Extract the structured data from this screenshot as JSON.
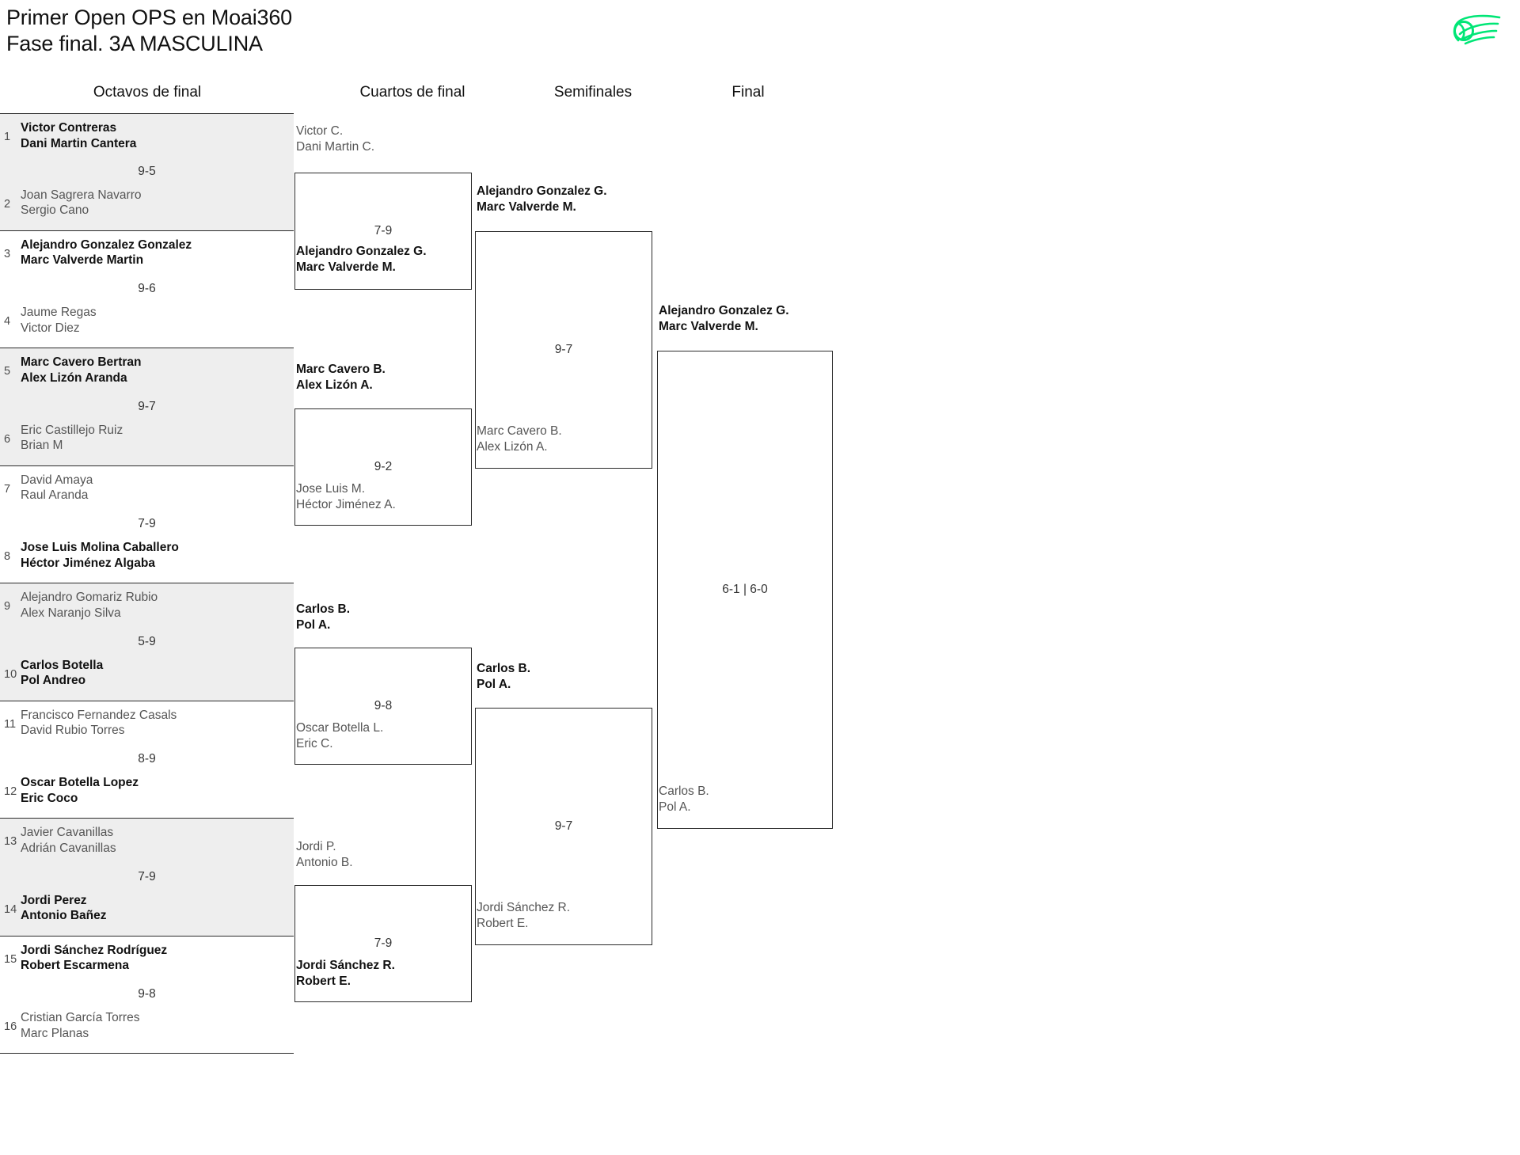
{
  "header": {
    "title_line1": "Primer Open OPS en Moai360",
    "title_line2": "Fase final. 3A MASCULINA",
    "logo_name": "padel-ball-logo",
    "logo_color": "#00e676"
  },
  "rounds": [
    {
      "key": "r16",
      "label": "Octavos de final"
    },
    {
      "key": "qf",
      "label": "Cuartos de final"
    },
    {
      "key": "sf",
      "label": "Semifinales"
    },
    {
      "key": "f",
      "label": "Final"
    }
  ],
  "round_of_16": [
    {
      "score": "9-5",
      "top": {
        "seed": "1",
        "p1": "Victor Contreras",
        "p2": "Dani Martin Cantera",
        "winner": true
      },
      "bottom": {
        "seed": "2",
        "p1": "Joan Sagrera Navarro",
        "p2": "Sergio Cano",
        "winner": false
      }
    },
    {
      "score": "9-6",
      "top": {
        "seed": "3",
        "p1": "Alejandro Gonzalez Gonzalez",
        "p2": "Marc Valverde Martin",
        "winner": true
      },
      "bottom": {
        "seed": "4",
        "p1": "Jaume Regas",
        "p2": "Victor Diez",
        "winner": false
      }
    },
    {
      "score": "9-7",
      "top": {
        "seed": "5",
        "p1": "Marc Cavero Bertran",
        "p2": "Alex Lizón Aranda",
        "winner": true
      },
      "bottom": {
        "seed": "6",
        "p1": "Eric Castillejo Ruiz",
        "p2": "Brian M",
        "winner": false
      }
    },
    {
      "score": "7-9",
      "top": {
        "seed": "7",
        "p1": "David Amaya",
        "p2": "Raul Aranda",
        "winner": false
      },
      "bottom": {
        "seed": "8",
        "p1": "Jose Luis Molina Caballero",
        "p2": "Héctor Jiménez Algaba",
        "winner": true
      }
    },
    {
      "score": "5-9",
      "top": {
        "seed": "9",
        "p1": "Alejandro Gomariz Rubio",
        "p2": "Alex Naranjo Silva",
        "winner": false
      },
      "bottom": {
        "seed": "10",
        "p1": "Carlos Botella",
        "p2": "Pol Andreo",
        "winner": true
      }
    },
    {
      "score": "8-9",
      "top": {
        "seed": "11",
        "p1": "Francisco Fernandez Casals",
        "p2": "David Rubio Torres",
        "winner": false
      },
      "bottom": {
        "seed": "12",
        "p1": "Oscar Botella Lopez",
        "p2": "Eric Coco",
        "winner": true
      }
    },
    {
      "score": "7-9",
      "top": {
        "seed": "13",
        "p1": "Javier Cavanillas",
        "p2": "Adrián Cavanillas",
        "winner": false
      },
      "bottom": {
        "seed": "14",
        "p1": "Jordi Perez",
        "p2": "Antonio Bañez",
        "winner": true
      }
    },
    {
      "score": "9-8",
      "top": {
        "seed": "15",
        "p1": "Jordi Sánchez Rodríguez",
        "p2": "Robert Escarmena",
        "winner": true
      },
      "bottom": {
        "seed": "16",
        "p1": "Cristian García Torres",
        "p2": "Marc Planas",
        "winner": false
      }
    }
  ],
  "quarter_finals": [
    {
      "score": "7-9",
      "top": {
        "p1": "Victor C.",
        "p2": "Dani Martin C.",
        "winner": false
      },
      "bottom": {
        "p1": "Alejandro Gonzalez G.",
        "p2": "Marc Valverde M.",
        "winner": true
      }
    },
    {
      "score": "9-2",
      "top": {
        "p1": "Marc Cavero B.",
        "p2": "Alex Lizón A.",
        "winner": true
      },
      "bottom": {
        "p1": "Jose Luis M.",
        "p2": "Héctor Jiménez A.",
        "winner": false
      }
    },
    {
      "score": "9-8",
      "top": {
        "p1": "Carlos B.",
        "p2": "Pol A.",
        "winner": true
      },
      "bottom": {
        "p1": "Oscar Botella L.",
        "p2": "Eric C.",
        "winner": false
      }
    },
    {
      "score": "7-9",
      "top": {
        "p1": "Jordi P.",
        "p2": "Antonio B.",
        "winner": false
      },
      "bottom": {
        "p1": "Jordi Sánchez R.",
        "p2": "Robert E.",
        "winner": true
      }
    }
  ],
  "semi_finals": [
    {
      "score": "9-7",
      "top": {
        "p1": "Alejandro Gonzalez G.",
        "p2": "Marc Valverde M.",
        "winner": true
      },
      "bottom": {
        "p1": "Marc Cavero B.",
        "p2": "Alex Lizón A.",
        "winner": false
      }
    },
    {
      "score": "9-7",
      "top": {
        "p1": "Carlos B.",
        "p2": "Pol A.",
        "winner": true
      },
      "bottom": {
        "p1": "Jordi Sánchez R.",
        "p2": "Robert E.",
        "winner": false
      }
    }
  ],
  "final": {
    "score": "6-1 | 6-0",
    "top": {
      "p1": "Alejandro Gonzalez G.",
      "p2": "Marc Valverde M.",
      "winner": true
    },
    "bottom": {
      "p1": "Carlos B.",
      "p2": "Pol A.",
      "winner": false
    }
  }
}
